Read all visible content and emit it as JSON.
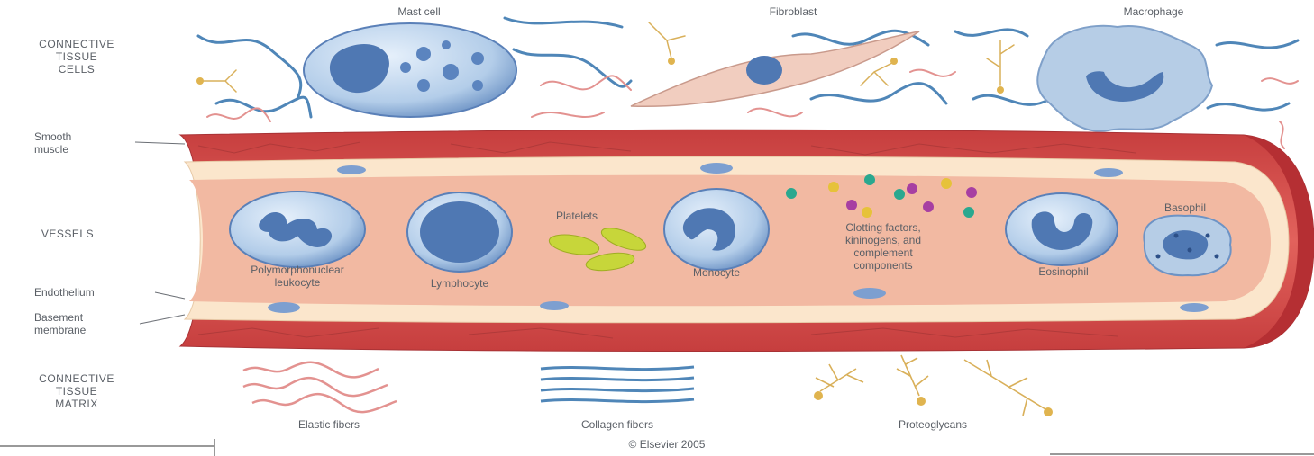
{
  "sections": {
    "cells": "CONNECTIVE\nTISSUE\nCELLS",
    "vessels": "VESSELS",
    "matrix": "CONNECTIVE\nTISSUE\nMATRIX"
  },
  "top_labels": {
    "mast_cell": "Mast cell",
    "fibroblast": "Fibroblast",
    "macrophage": "Macrophage"
  },
  "vessel_labels": {
    "smooth_muscle": "Smooth\nmuscle",
    "endothelium": "Endothelium",
    "basement_membrane": "Basement\nmembrane"
  },
  "blood_labels": {
    "pmn": "Polymorphonuclear\nleukocyte",
    "lymphocyte": "Lymphocyte",
    "platelets": "Platelets",
    "monocyte": "Monocyte",
    "clotting": "Clotting factors,\nkininogens, and\ncomplement\ncomponents",
    "eosinophil": "Eosinophil",
    "basophil": "Basophil"
  },
  "matrix_labels": {
    "elastic": "Elastic fibers",
    "collagen": "Collagen fibers",
    "proteoglycans": "Proteoglycans"
  },
  "copyright": "© Elsevier 2005",
  "colors": {
    "vessel_wall": "#d9524f",
    "vessel_wall_dark": "#c13b3d",
    "lumen": "#f2b9a2",
    "endothelium": "#fbe6cc",
    "cell_fill": "#a9c6e6",
    "nucleus": "#4f78b3",
    "elastic_fiber": "#e39290",
    "collagen_fiber": "#4f86b8",
    "proteoglycan": "#e0c27a",
    "platelet": "#c7d63a"
  }
}
